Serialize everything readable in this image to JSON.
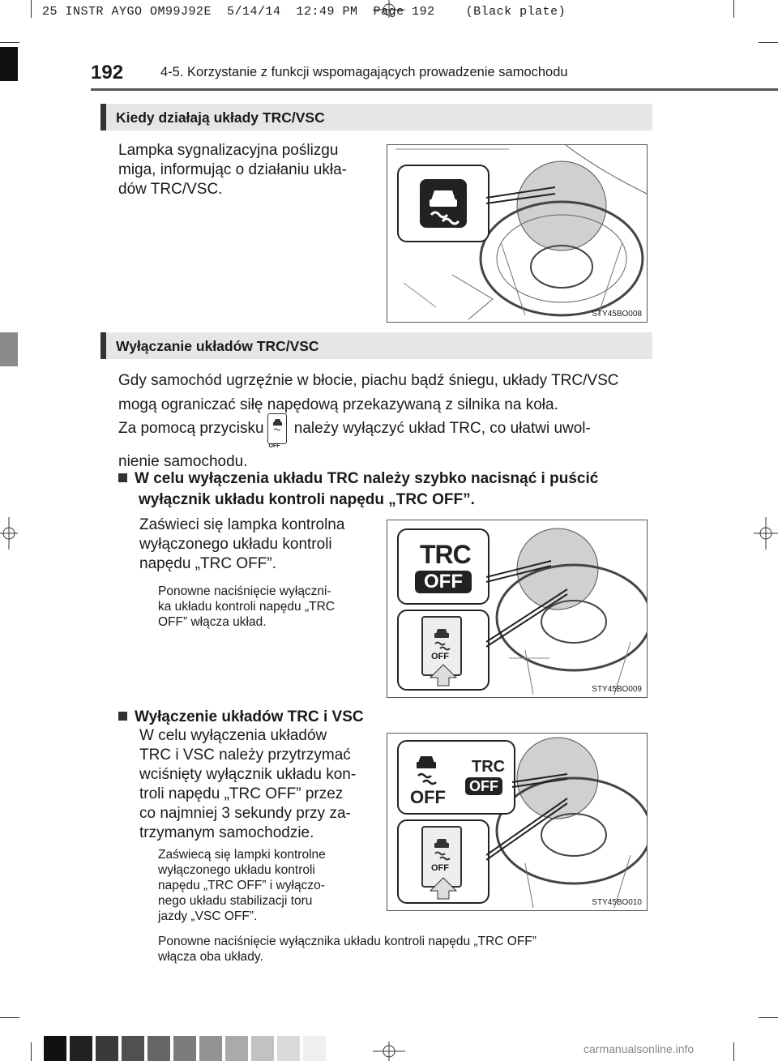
{
  "printer_line": "25 INSTR AYGO OM99J92E  5/14/14  12:49 PM  Page 192    (Black plate)",
  "header": {
    "page_number": "192",
    "chapter_title": "4-5. Korzystanie z funkcji wspomagających prowadzenie samochodu"
  },
  "section1": {
    "heading": "Kiedy działają układy TRC/VSC",
    "paragraph_lines": [
      "Lampka sygnalizacyjna poślizgu",
      "miga, informując o działaniu ukła-",
      "dów TRC/VSC."
    ],
    "figure_code": "STY45BO008"
  },
  "section2": {
    "heading": "Wyłączanie układów TRC/VSC",
    "para1_lines": [
      "Gdy samochód ugrzęźnie w błocie, piachu bądź śniegu, układy TRC/VSC",
      "mogą ograniczać siłę napędową przekazywaną z silnika na koła."
    ],
    "para2_before": "Za pomocą przycisku",
    "para2_after": "należy wyłączyć układ TRC, co ułatwi uwol-",
    "para2_line2": "nienie samochodu.",
    "inline_button_label": "OFF",
    "bullet1": {
      "title_lines": [
        "W celu wyłączenia układu TRC należy szybko nacisnąć i puścić",
        "wyłącznik układu kontroli napędu „TRC OFF”."
      ],
      "text_lines": [
        "Zaświeci się lampka kontrolna",
        "wyłączonego układu kontroli",
        "napędu „TRC OFF”."
      ],
      "note_lines": [
        "Ponowne naciśnięcie wyłączni-",
        "ka układu kontroli napędu „TRC",
        "OFF” włącza układ."
      ],
      "figure_code": "STY45BO009",
      "indicator_top": "TRC",
      "indicator_bottom": "OFF",
      "switch_label": "OFF"
    },
    "bullet2": {
      "title": "Wyłączenie układów TRC i VSC",
      "text_lines": [
        "W celu wyłączenia układów",
        "TRC i VSC należy przytrzymać",
        "wciśnięty wyłącznik układu kon-",
        "troli napędu „TRC OFF” przez",
        "co najmniej 3 sekundy przy za-",
        "trzymanym samochodzie."
      ],
      "note_lines": [
        "Zaświecą się lampki kontrolne",
        "wyłączonego układu kontroli",
        "napędu „TRC OFF” i wyłączo-",
        "nego układu stabilizacji toru",
        "jazdy „VSC OFF”."
      ],
      "note_full_lines": [
        "Ponowne naciśnięcie wyłącznika układu kontroli napędu „TRC OFF”",
        "włącza oba układy."
      ],
      "figure_code": "STY45BO010",
      "vsc_label": "OFF",
      "indicator_top": "TRC",
      "indicator_bottom": "OFF",
      "switch_label": "OFF"
    }
  },
  "footer_watermark": "carmanualsonline.info",
  "swatches": [
    "#111111",
    "#222222",
    "#3a3a3a",
    "#505050",
    "#666666",
    "#7c7c7c",
    "#939393",
    "#aaaaaa",
    "#c2c2c2",
    "#dadada",
    "#efefef"
  ]
}
